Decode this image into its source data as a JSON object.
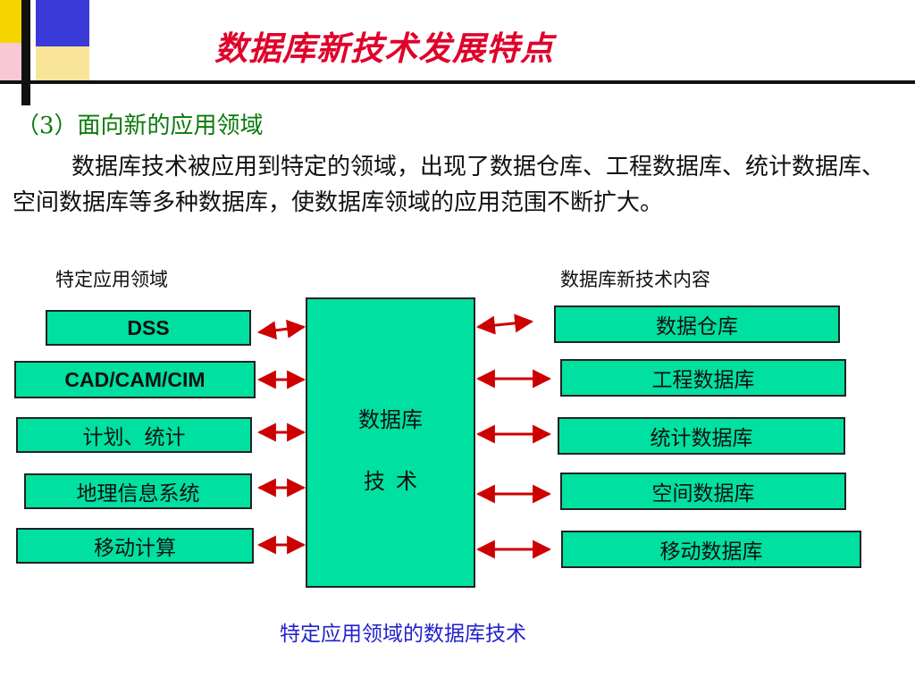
{
  "title": "数据库新技术发展特点",
  "subheading": "（3）面向新的应用领域",
  "paragraph": "数据库技术被应用到特定的领域，出现了数据仓库、工程数据库、统计数据库、空间数据库等多种数据库，使数据库领域的应用范围不断扩大。",
  "diagram": {
    "left_header": "特定应用领域",
    "right_header": "数据库新技术内容",
    "center_lines": [
      "数据库",
      "技术"
    ],
    "left_items": [
      "DSS",
      "CAD/CAM/CIM",
      "计划、统计",
      "地理信息系统",
      "移动计算"
    ],
    "right_items": [
      "数据仓库",
      "工程数据库",
      "统计数据库",
      "空间数据库",
      "移动数据库"
    ],
    "caption": "特定应用领域的数据库技术",
    "colors": {
      "box_fill": "#00e0a0",
      "arrow": "#cc0000",
      "title": "#e0002a",
      "subheading": "#0b7a0b",
      "caption": "#2222cc"
    }
  }
}
